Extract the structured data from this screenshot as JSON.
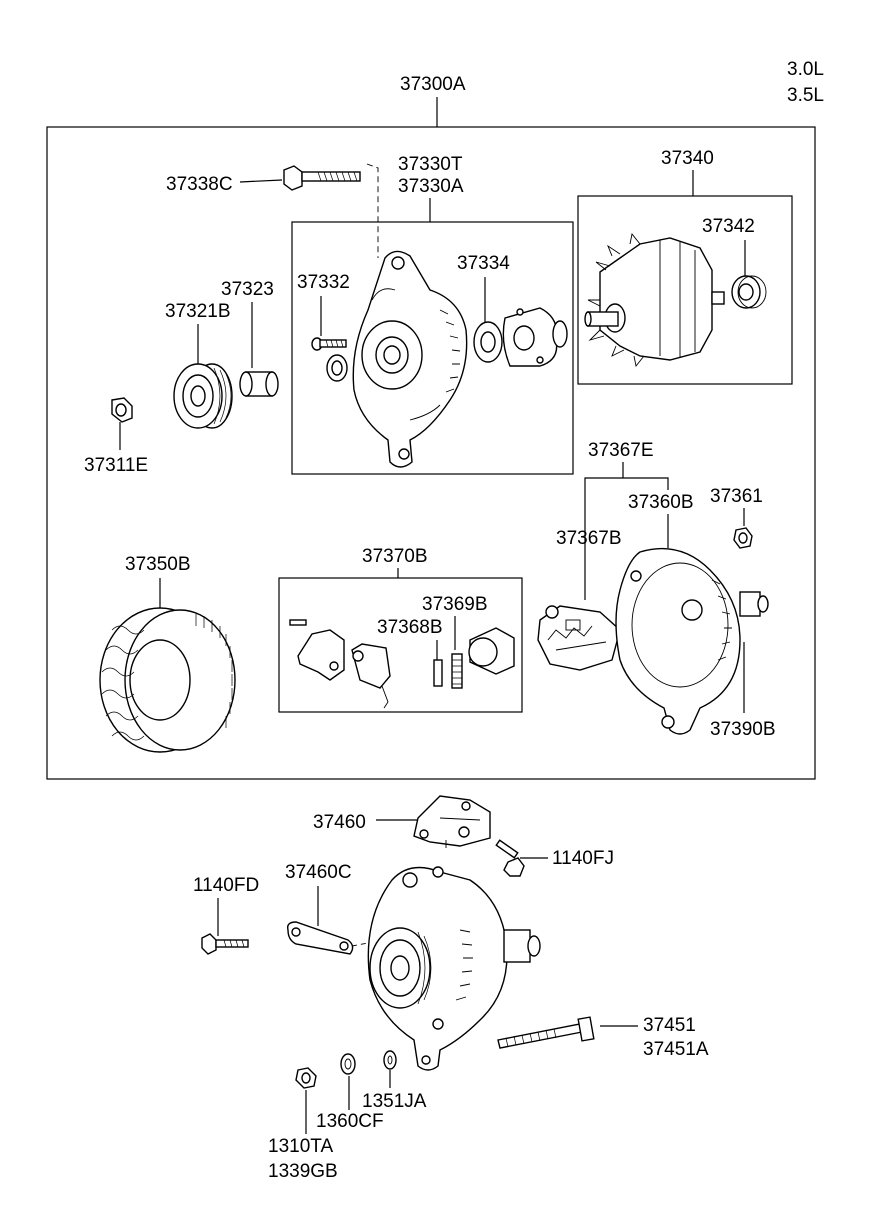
{
  "engine_variants": [
    "3.0L",
    "3.5L"
  ],
  "assembly_label": "37300A",
  "part_labels": {
    "p37338C": "37338C",
    "p37330T": "37330T",
    "p37330A": "37330A",
    "p37340": "37340",
    "p37342": "37342",
    "p37332": "37332",
    "p37334": "37334",
    "p37323": "37323",
    "p37321B": "37321B",
    "p37311E": "37311E",
    "p37367E": "37367E",
    "p37360B": "37360B",
    "p37361": "37361",
    "p37367B": "37367B",
    "p37350B": "37350B",
    "p37370B": "37370B",
    "p37369B": "37369B",
    "p37368B": "37368B",
    "p37390B": "37390B",
    "p37460": "37460",
    "p1140FJ": "1140FJ",
    "p37460C": "37460C",
    "p1140FD": "1140FD",
    "p37451": "37451",
    "p37451A": "37451A",
    "p1351JA": "1351JA",
    "p1360CF": "1360CF",
    "p1310TA": "1310TA",
    "p1339GB": "1339GB"
  }
}
